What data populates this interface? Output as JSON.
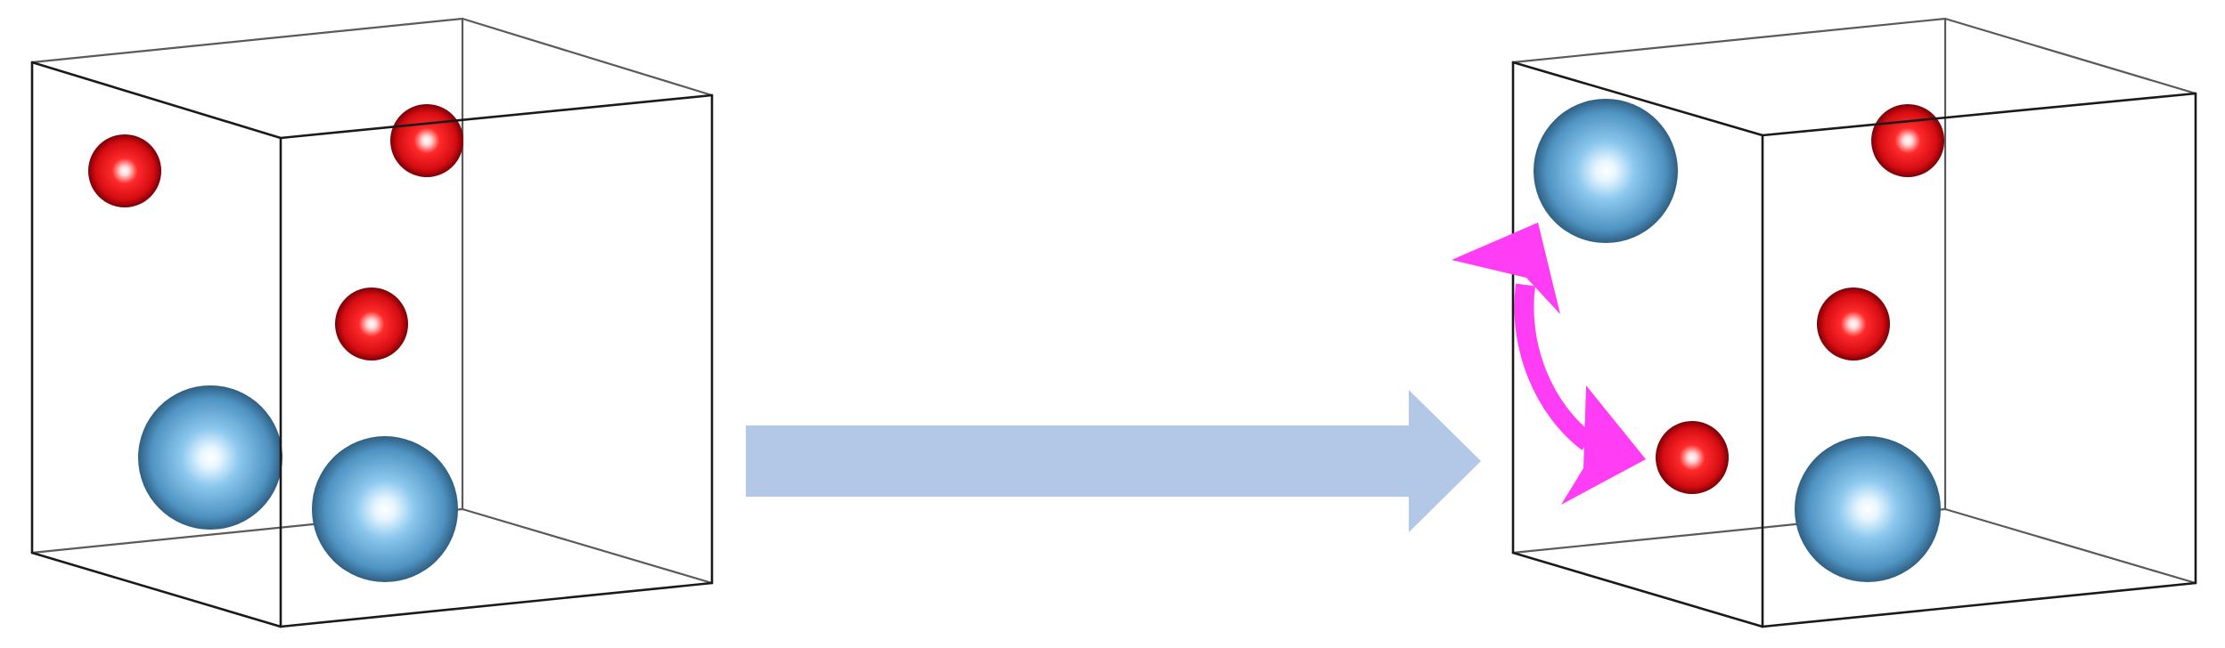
{
  "colors": {
    "background": "#ffffff",
    "cell_edge": "#1a1a1a",
    "oxygen_atom": "#e8141a",
    "cation_atom": "#6fb3e0",
    "transform_arrow": "#b3c7e6",
    "swap_arrow": "#ff3df5"
  },
  "icons": {
    "unit_cell": "cube-wireframe",
    "small_atom": "red-sphere",
    "large_atom": "blue-sphere",
    "transform_arrow": "right-block-arrow",
    "swap_arrow": "curved-double-headed-arrow"
  },
  "panels": {
    "initial": {
      "small_atom_count": 3,
      "large_atom_count": 2
    },
    "final": {
      "small_atom_count": 3,
      "large_atom_count": 2,
      "swap_marker_count": 1
    }
  }
}
